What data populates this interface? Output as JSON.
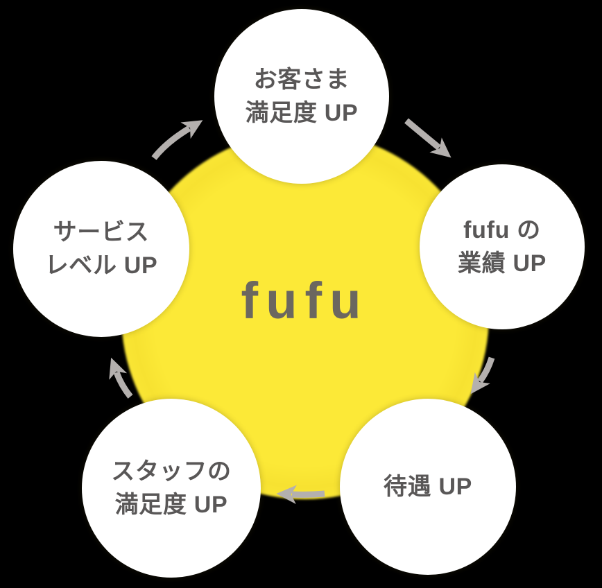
{
  "colors": {
    "background": "#000000",
    "blob": "#fce937",
    "circle_fill": "#ffffff",
    "node_text": "#595757",
    "logo_text": "#6b675f",
    "arrow": "#b4b0ae"
  },
  "center": {
    "logo": "fufu"
  },
  "nodes": {
    "top": {
      "line1": "お客さま",
      "line2": "満足度 UP"
    },
    "right": {
      "line1": "fufu の",
      "line2": "業績 UP"
    },
    "bottom_right": {
      "line1": "待遇 UP",
      "line2": ""
    },
    "bottom_left": {
      "line1": "スタッフの",
      "line2": "満足度 UP"
    },
    "left": {
      "line1": "サービス",
      "line2": "レベル UP"
    }
  }
}
